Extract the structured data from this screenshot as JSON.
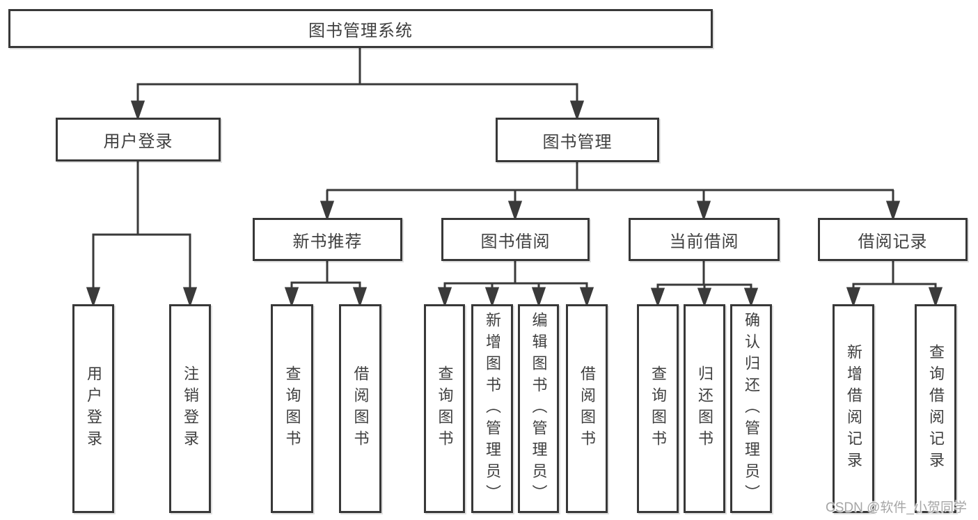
{
  "diagram": {
    "root": {
      "label": "图书管理系统"
    },
    "level2": [
      {
        "label": "用户登录",
        "children": [
          {
            "label": "用户登录"
          },
          {
            "label": "注销登录"
          }
        ]
      },
      {
        "label": "图书管理",
        "children": [
          {
            "label": "新书推荐",
            "children": [
              {
                "label": "查询图书"
              },
              {
                "label": "借阅图书"
              }
            ]
          },
          {
            "label": "图书借阅",
            "children": [
              {
                "label": "查询图书"
              },
              {
                "label": "新增图书（管理员）"
              },
              {
                "label": "编辑图书（管理员）"
              },
              {
                "label": "借阅图书"
              }
            ]
          },
          {
            "label": "当前借阅",
            "children": [
              {
                "label": "查询图书"
              },
              {
                "label": "归还图书"
              },
              {
                "label": "确认归还（管理员）"
              }
            ]
          },
          {
            "label": "借阅记录",
            "children": [
              {
                "label": "新增借阅记录"
              },
              {
                "label": "查询借阅记录"
              }
            ]
          }
        ]
      }
    ]
  },
  "watermark": {
    "text": "CSDN @软件_小贺同学"
  },
  "colors": {
    "line": "#3a3a3a",
    "box_border": "#383838",
    "text": "#3f3f3f",
    "watermark": "#a6a6a6",
    "background": "#ffffff"
  }
}
